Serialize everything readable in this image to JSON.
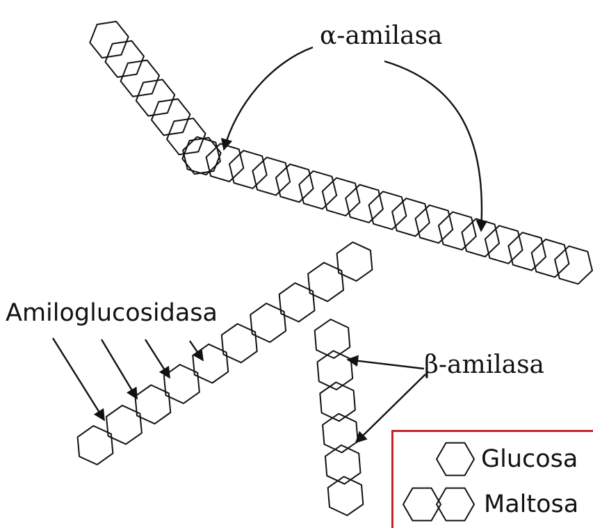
{
  "labels": {
    "alpha_amylase": "α-amilasa",
    "amyloglucosidase": "Amiloglucosidasa",
    "beta_amylase": "β-amilasa"
  },
  "legend": {
    "glucose": "Glucosa",
    "maltose": "Maltosa",
    "border_color": "#c0272d"
  },
  "colors": {
    "ink": "#111111",
    "legend_border": "#c0272d"
  },
  "chains": {
    "main_chain_units": 24,
    "upper_branch_units": 7,
    "amyloglucosidase_branch_units": 10,
    "beta_branch_units": 6
  }
}
